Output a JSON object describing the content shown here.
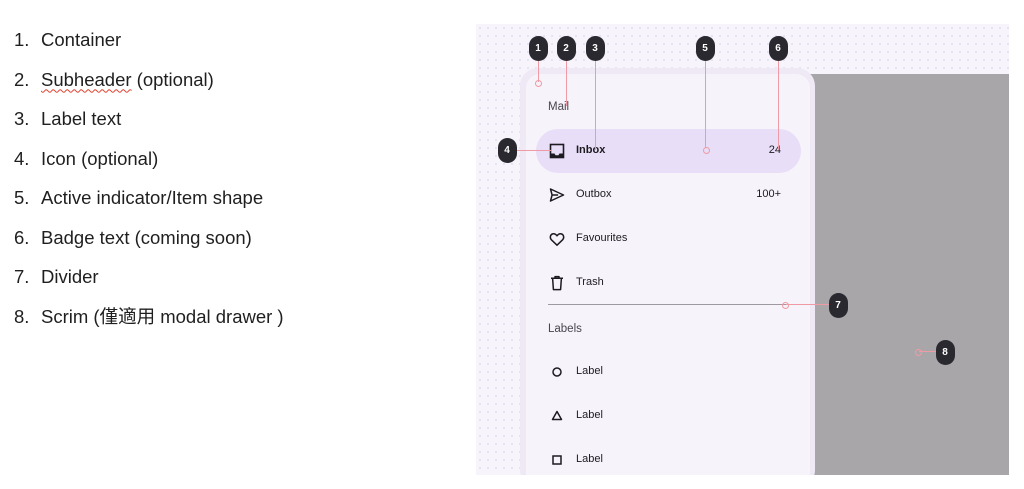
{
  "legend": [
    {
      "num": "1.",
      "text": "Container"
    },
    {
      "num": "2.",
      "text": "Subheader",
      "suffix": " (optional)"
    },
    {
      "num": "3.",
      "text": "Label text"
    },
    {
      "num": "4.",
      "text": "Icon (optional)"
    },
    {
      "num": "5.",
      "text": "Active indicator/Item shape"
    },
    {
      "num": "6.",
      "text": "Badge text (coming soon)"
    },
    {
      "num": "7.",
      "text": "Divider"
    },
    {
      "num": "8.",
      "text": "Scrim (僅適用 modal drawer )"
    }
  ],
  "drawer": {
    "mail_header": "Mail",
    "items": [
      {
        "label": "Inbox",
        "badge": "24",
        "icon": "inbox-icon",
        "active": true
      },
      {
        "label": "Outbox",
        "badge": "100+",
        "icon": "send-icon"
      },
      {
        "label": "Favourites",
        "badge": "",
        "icon": "heart-icon"
      },
      {
        "label": "Trash",
        "badge": "",
        "icon": "trash-icon"
      }
    ],
    "labels_header": "Labels",
    "label_items": [
      {
        "label": "Label",
        "icon": "circle-icon"
      },
      {
        "label": "Label",
        "icon": "triangle-icon"
      },
      {
        "label": "Label",
        "icon": "square-icon"
      }
    ]
  },
  "callouts": [
    "1",
    "2",
    "3",
    "4",
    "5",
    "6",
    "7",
    "8"
  ],
  "colors": {
    "active_indicator": "#e8def8",
    "drawer_surface": "#f7f3fa",
    "scrim": "#a9a6aa",
    "callout": "#2b2930",
    "leader_line": "#ef9aa4"
  }
}
